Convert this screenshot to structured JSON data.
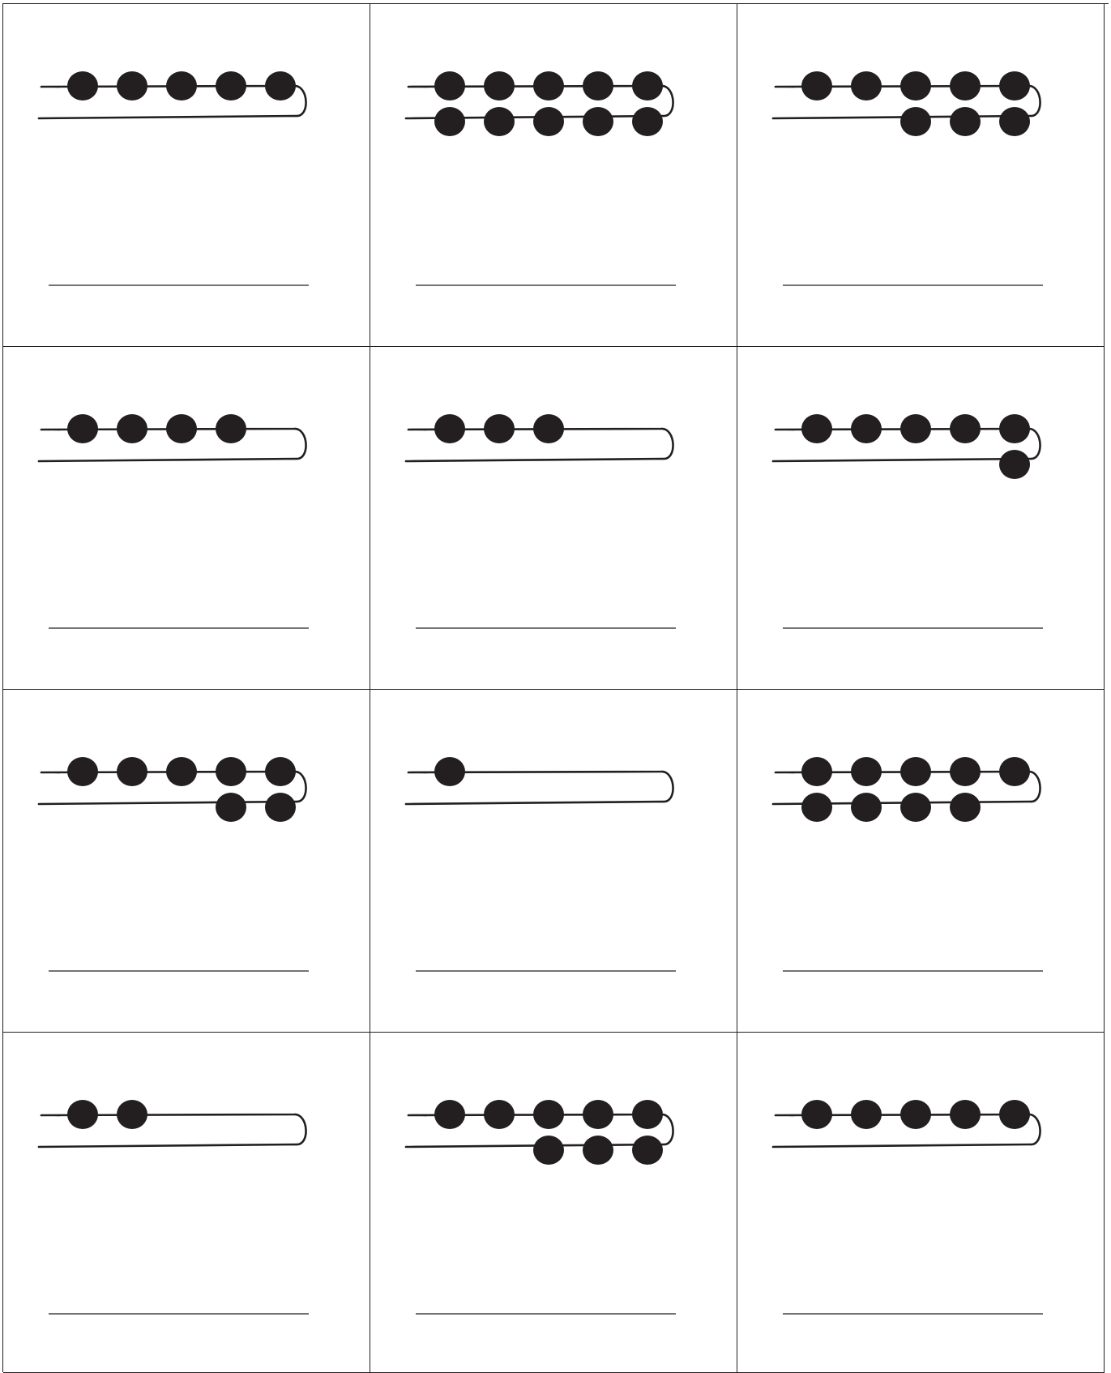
{
  "worksheet": {
    "colors": {
      "ink": "#231f20",
      "paper": "#ffffff"
    },
    "cards": [
      {
        "id": 1,
        "top_beads": 5,
        "bottom_beads": 0
      },
      {
        "id": 2,
        "top_beads": 5,
        "bottom_beads": 5
      },
      {
        "id": 3,
        "top_beads": 5,
        "bottom_beads": 3
      },
      {
        "id": 4,
        "top_beads": 4,
        "bottom_beads": 0
      },
      {
        "id": 5,
        "top_beads": 3,
        "bottom_beads": 0
      },
      {
        "id": 6,
        "top_beads": 5,
        "bottom_beads": 1
      },
      {
        "id": 7,
        "top_beads": 5,
        "bottom_beads": 2
      },
      {
        "id": 8,
        "top_beads": 1,
        "bottom_beads": 0
      },
      {
        "id": 9,
        "top_beads": 5,
        "bottom_beads": 4
      },
      {
        "id": 10,
        "top_beads": 2,
        "bottom_beads": 0
      },
      {
        "id": 11,
        "top_beads": 5,
        "bottom_beads": 3
      },
      {
        "id": 12,
        "top_beads": 5,
        "bottom_beads": 0
      }
    ]
  }
}
